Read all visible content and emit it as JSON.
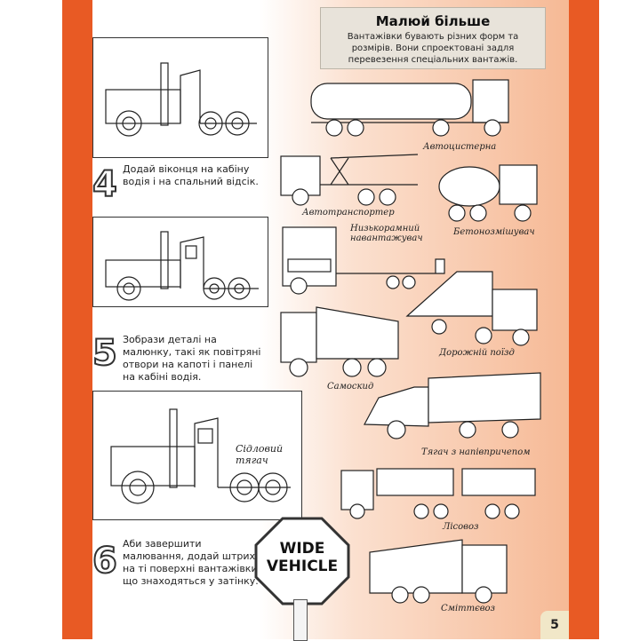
{
  "sidebar_title": "Малюй більше",
  "sidebar_text": "Вантажівки бувають різних форм та розмірів. Вони спроектовані задля перевезення спеціальних вантажів.",
  "steps": [
    {
      "number": "4",
      "text": "Додай віконця на кабіну водія і на спальний відсік."
    },
    {
      "number": "5",
      "text": "Зобрази деталі на малюнку, такі як повітряні отвори на капоті і панелі на кабіні водія."
    },
    {
      "number": "6",
      "text": "Аби завершити малювання, додай штрихи на ті поверхні вантажівки, що знаходяться у затінку."
    }
  ],
  "panel_label": "Сідловий тягач",
  "sign_text": "WIDE VEHICLE",
  "truck_labels": [
    "Автоцистерна",
    "Автотранспортер",
    "Бетонозмішувач",
    "Низькорамний навантажувач",
    "Дорожній поїзд",
    "Самоскид",
    "Тягач з напівпричепом",
    "Лісовоз",
    "Сміттєвоз"
  ],
  "page_number": "5",
  "colors": {
    "border": "#e85a24",
    "panel_bg": "#e8e3da"
  }
}
